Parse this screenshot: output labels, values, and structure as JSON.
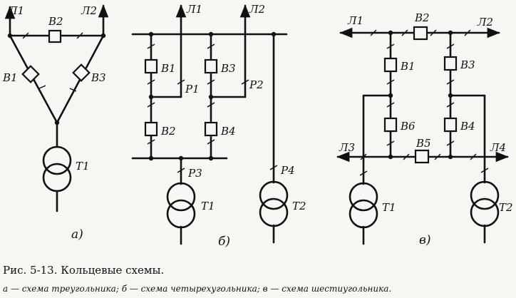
{
  "diagram_a": {
    "lines": [
      "Л1",
      "Л2"
    ],
    "breakers": [
      "В2",
      "В1",
      "В3"
    ],
    "transformer": "Т1",
    "sublabel": "а)"
  },
  "diagram_b": {
    "lines": [
      "Л1",
      "Л2"
    ],
    "breakers": [
      "В1",
      "В3",
      "В2",
      "В4"
    ],
    "disconnectors": [
      "Р1",
      "Р2",
      "Р3",
      "Р4"
    ],
    "transformers": [
      "Т1",
      "Т2"
    ],
    "sublabel": "б)"
  },
  "diagram_c": {
    "lines": [
      "Л1",
      "Л2",
      "Л3",
      "Л4"
    ],
    "breakers": [
      "В2",
      "В1",
      "В3",
      "В6",
      "В4",
      "В5"
    ],
    "transformers": [
      "Т1",
      "Т2"
    ],
    "sublabel": "в)"
  },
  "caption": {
    "title": "Рис. 5-13. Кольцевые схемы.",
    "legend": "а — схема треугольника; б — схема четырехугольника; в — схема шестиугольника."
  }
}
